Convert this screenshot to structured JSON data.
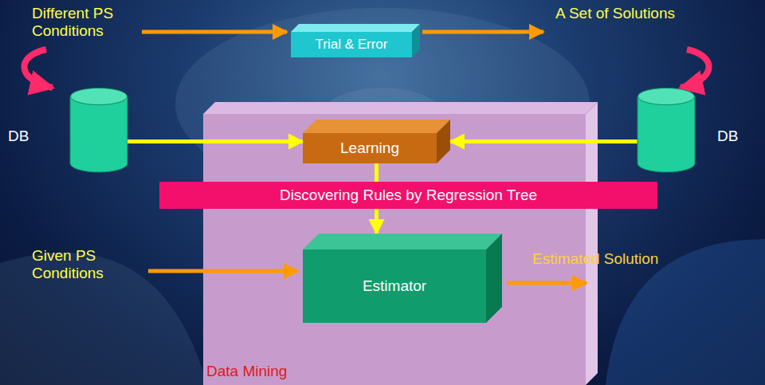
{
  "diagram": {
    "nodes": [
      {
        "text": [
          "Trial & Error"
        ]
      },
      {
        "text": [
          "DB"
        ]
      },
      {
        "text": [
          "Data Mining"
        ]
      },
      {
        "text": [
          "Learning"
        ],
        "in": 2
      },
      {
        "text": [
          "Discovering Rules by Regression Tree"
        ],
        "in": 2
      },
      {
        "text": [
          "Estimator"
        ],
        "in": 2
      },
      {
        "text": [
          "DB"
        ]
      }
    ],
    "edges": [
      {
        "from": 1,
        "to": 3,
        "arrow": "to"
      },
      {
        "from": 6,
        "to": 3,
        "arrow": "to"
      },
      {
        "from": 3,
        "to": 5,
        "arrow": "to"
      }
    ],
    "labels": [
      "Different PS Conditions",
      "A Set of Solutions",
      "Given PS Conditions",
      "Estimated Solution"
    ]
  }
}
